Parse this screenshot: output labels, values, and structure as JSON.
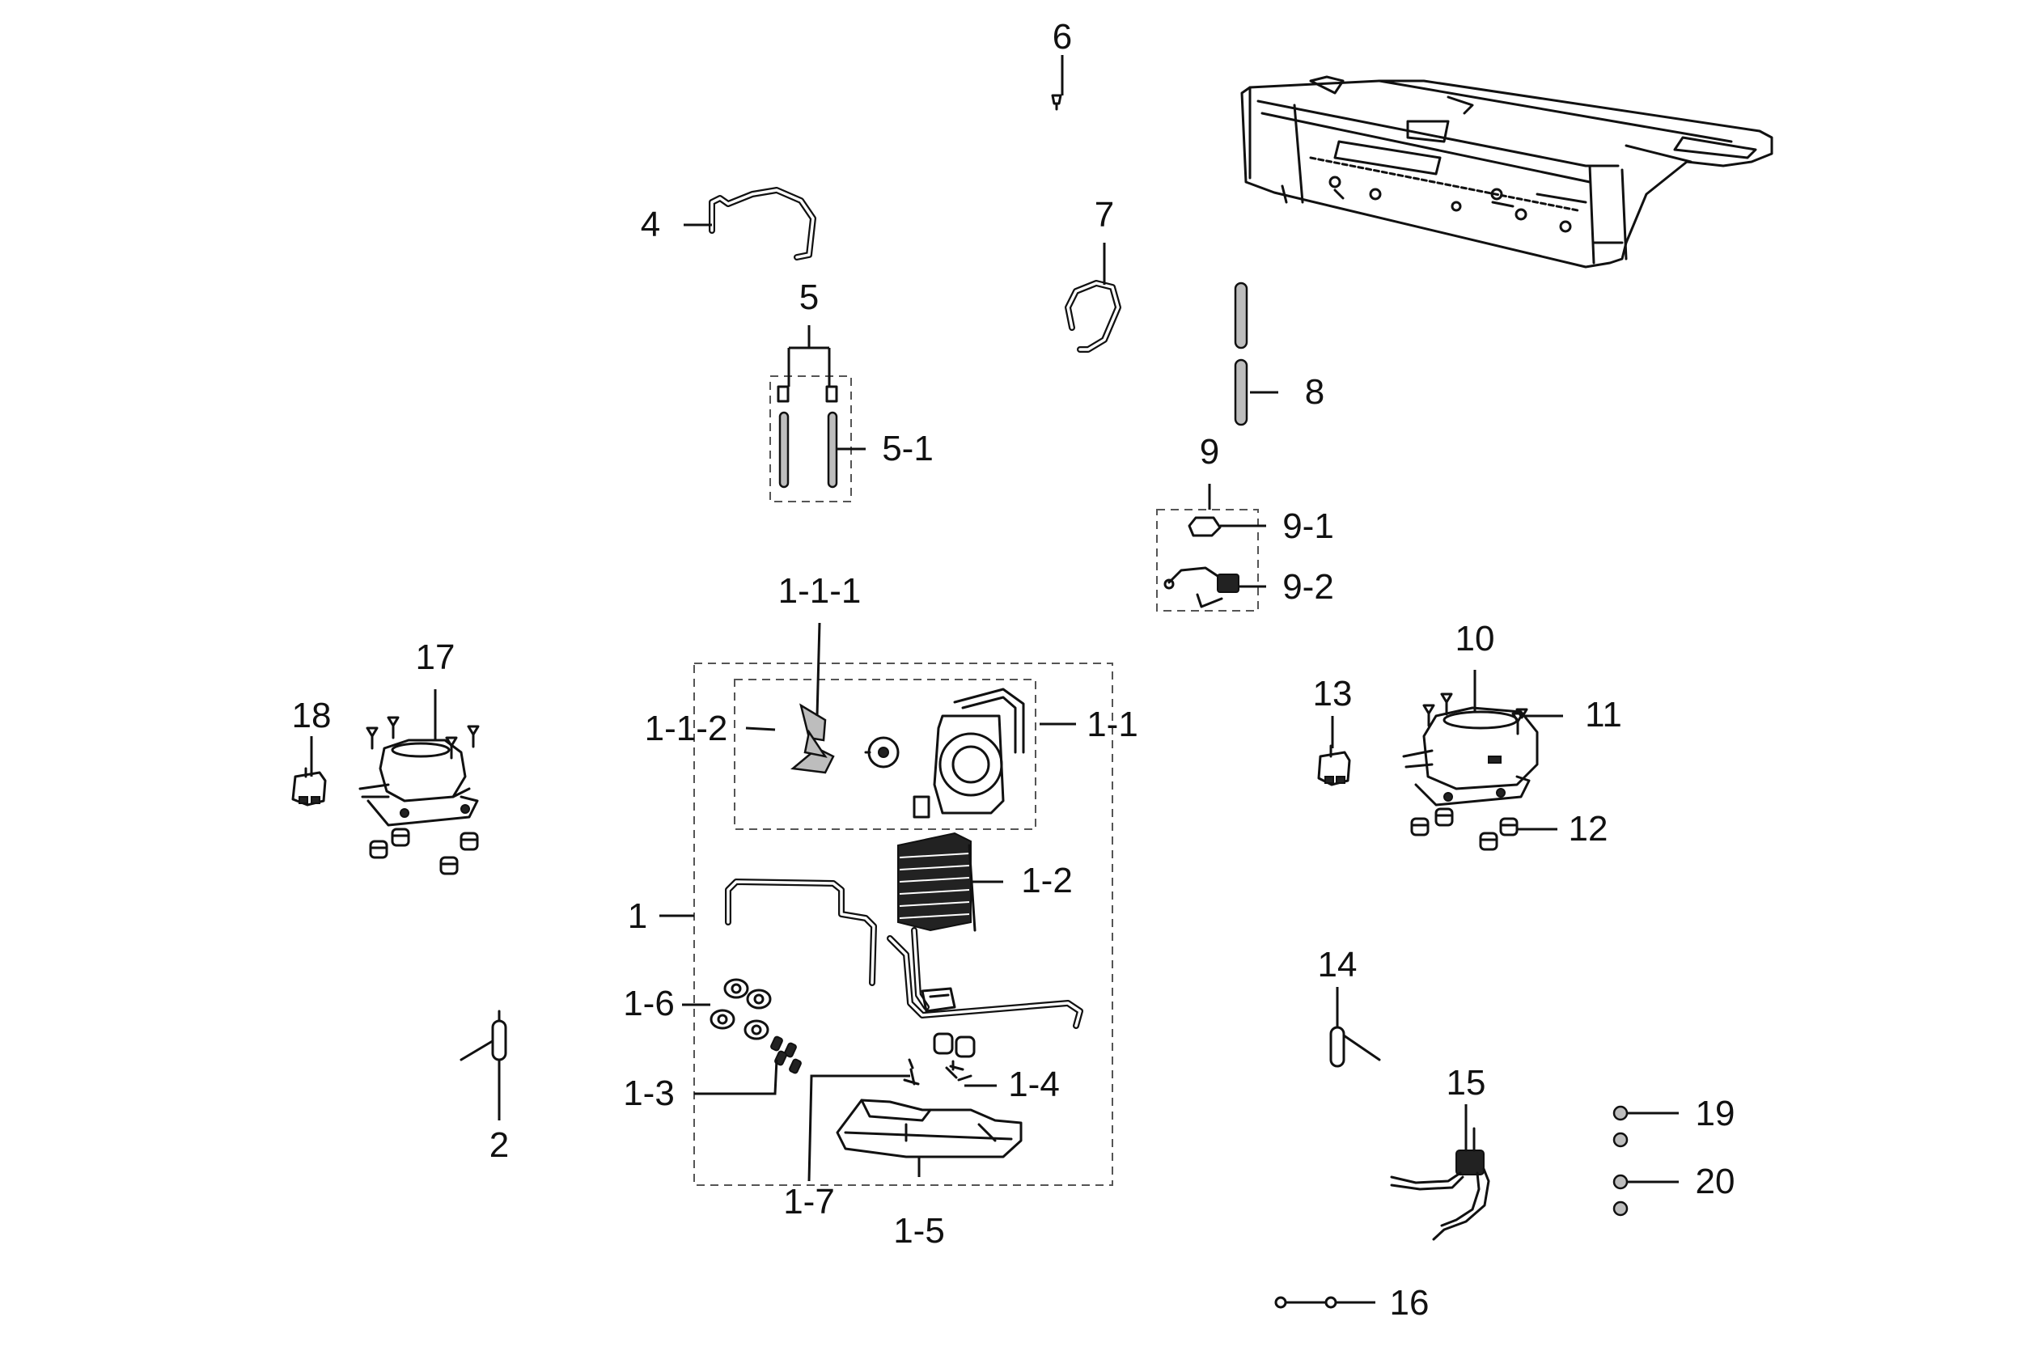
{
  "labels": {
    "l1": "1",
    "l1_1": "1-1",
    "l1_1_1": "1-1-1",
    "l1_1_2": "1-1-2",
    "l1_2": "1-2",
    "l1_3": "1-3",
    "l1_4": "1-4",
    "l1_5": "1-5",
    "l1_6": "1-6",
    "l1_7": "1-7",
    "l2": "2",
    "l4": "4",
    "l5": "5",
    "l5_1": "5-1",
    "l6": "6",
    "l7": "7",
    "l8": "8",
    "l9": "9",
    "l9_1": "9-1",
    "l9_2": "9-2",
    "l10": "10",
    "l11": "11",
    "l12": "12",
    "l13": "13",
    "l14": "14",
    "l15": "15",
    "l16": "16",
    "l17": "17",
    "l18": "18",
    "l19": "19",
    "l20": "20"
  }
}
